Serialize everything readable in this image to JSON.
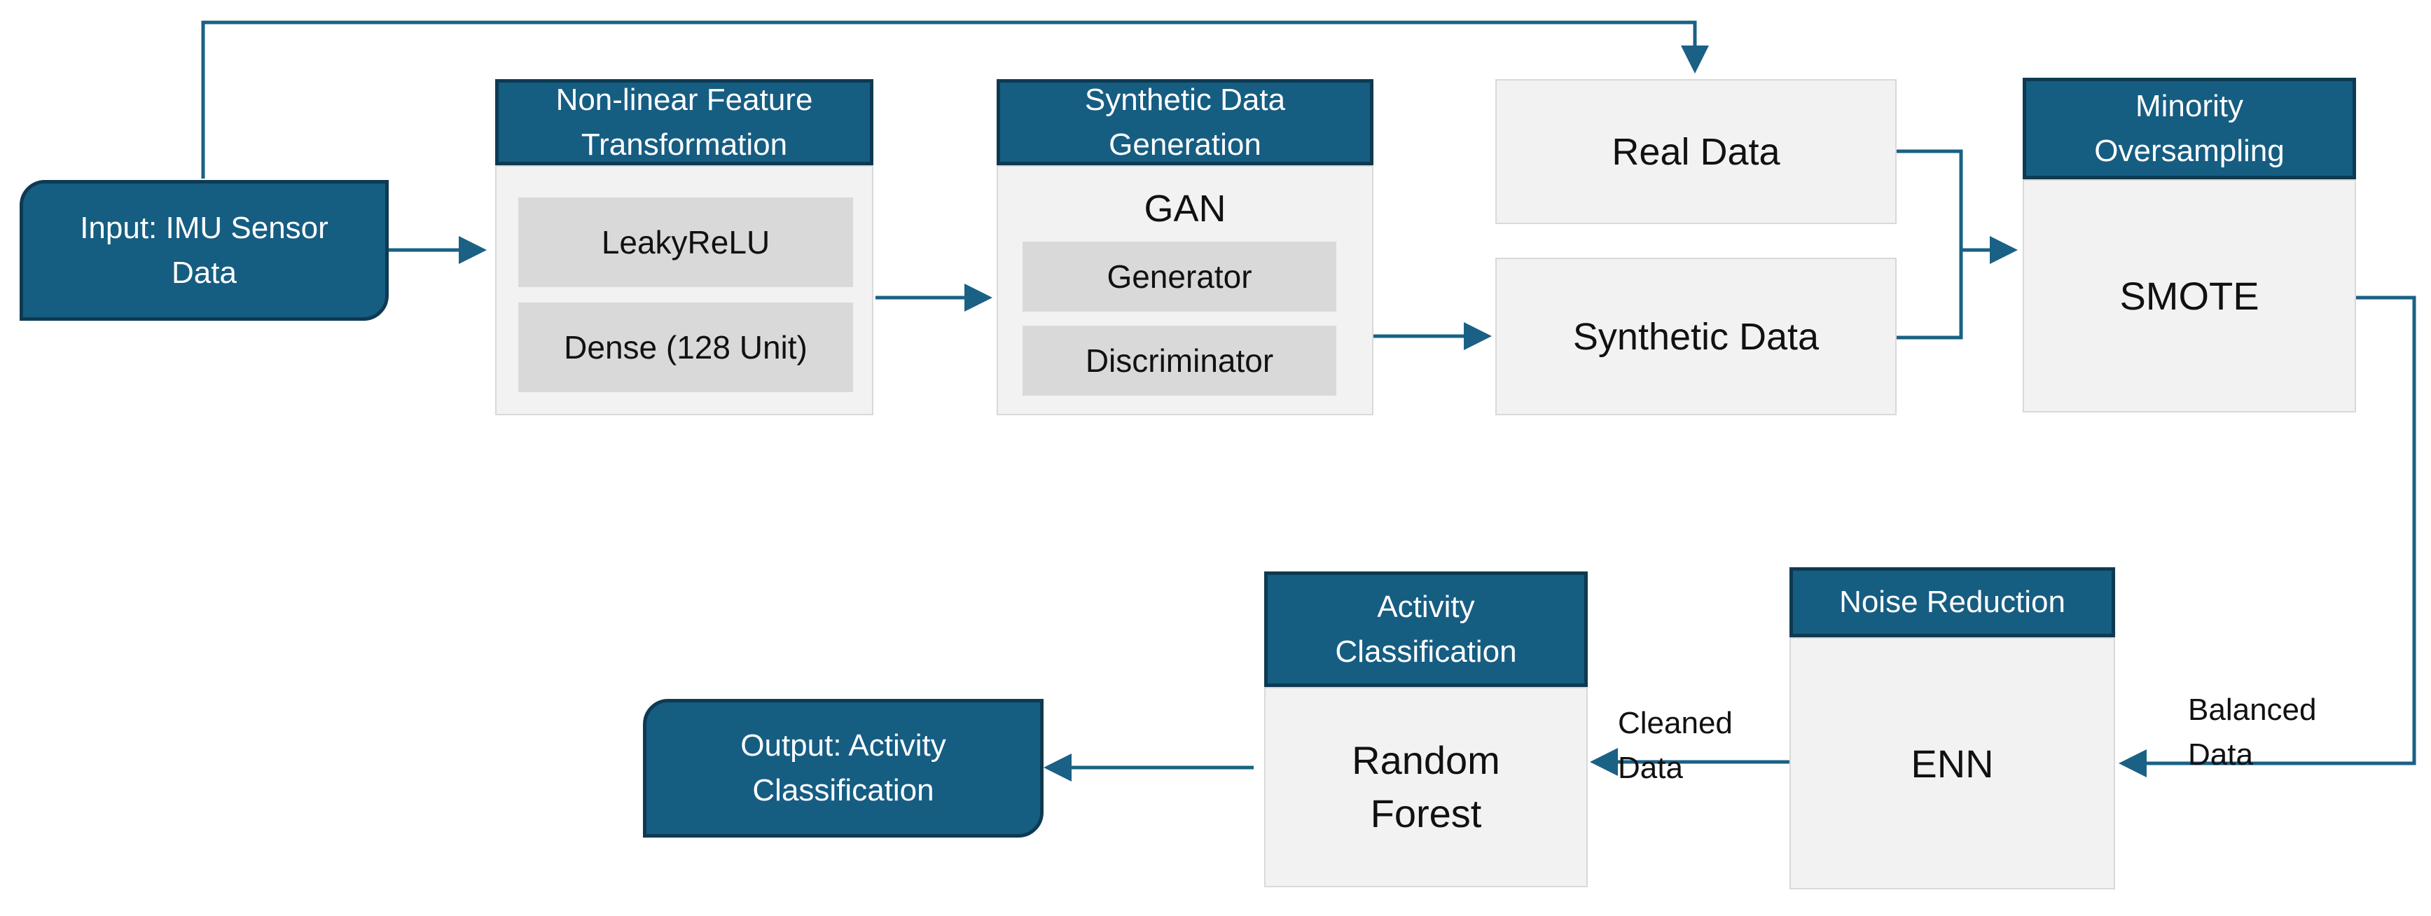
{
  "colors": {
    "primary": "#165d82",
    "border": "#0e3a52",
    "panel": "#f2f2f2",
    "inner": "#d9d9d9",
    "arrow": "#1a6185"
  },
  "input": "Input: IMU Sensor\nData",
  "feature": {
    "header": "Non-linear Feature\nTransformation",
    "items": [
      "LeakyReLU",
      "Dense (128 Unit)"
    ]
  },
  "synthetic": {
    "header": "Synthetic Data\nGeneration",
    "title": "GAN",
    "items": [
      "Generator",
      "Discriminator"
    ]
  },
  "real_data": "Real Data",
  "synthetic_data": "Synthetic Data",
  "minority": {
    "header": "Minority\nOversampling",
    "method": "SMOTE"
  },
  "noise": {
    "header": "Noise Reduction",
    "method": "ENN"
  },
  "activity": {
    "header": "Activity\nClassification",
    "method": "Random\nForest"
  },
  "output": "Output: Activity\nClassification",
  "labels": {
    "balanced": "Balanced\nData",
    "cleaned": "Cleaned\nData"
  }
}
